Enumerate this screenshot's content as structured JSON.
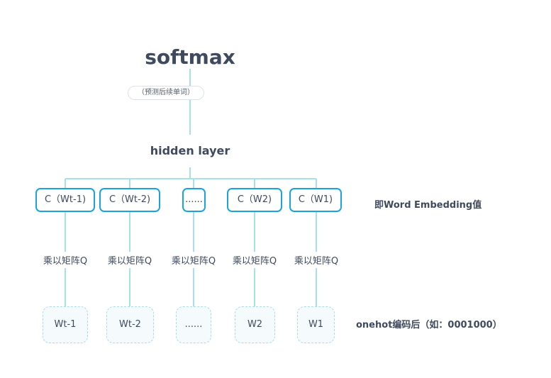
{
  "diagram": {
    "title": "softmax",
    "subtitle": "（预测后续单词）",
    "hidden": "hidden layer",
    "embedding_note": "即Word Embedding值",
    "onehot_note": "onehot编码后（如：0001000）",
    "columns": [
      {
        "c_label": "C（Wt-1)",
        "mult_label": "乘以矩阵Q",
        "w_label": "Wt-1"
      },
      {
        "c_label": "C（Wt-2)",
        "mult_label": "乘以矩阵Q",
        "w_label": "Wt-2"
      },
      {
        "c_label": "......",
        "mult_label": "乘以矩阵Q",
        "w_label": "......"
      },
      {
        "c_label": "C（W2)",
        "mult_label": "乘以矩阵Q",
        "w_label": "W2"
      },
      {
        "c_label": "C（W1)",
        "mult_label": "乘以矩阵Q",
        "w_label": "W1"
      }
    ]
  },
  "colors": {
    "connector": "#a6e0ec",
    "c_border": "#1aa3de",
    "w_border": "#a9dbe9",
    "text": "#3f4a5e"
  }
}
